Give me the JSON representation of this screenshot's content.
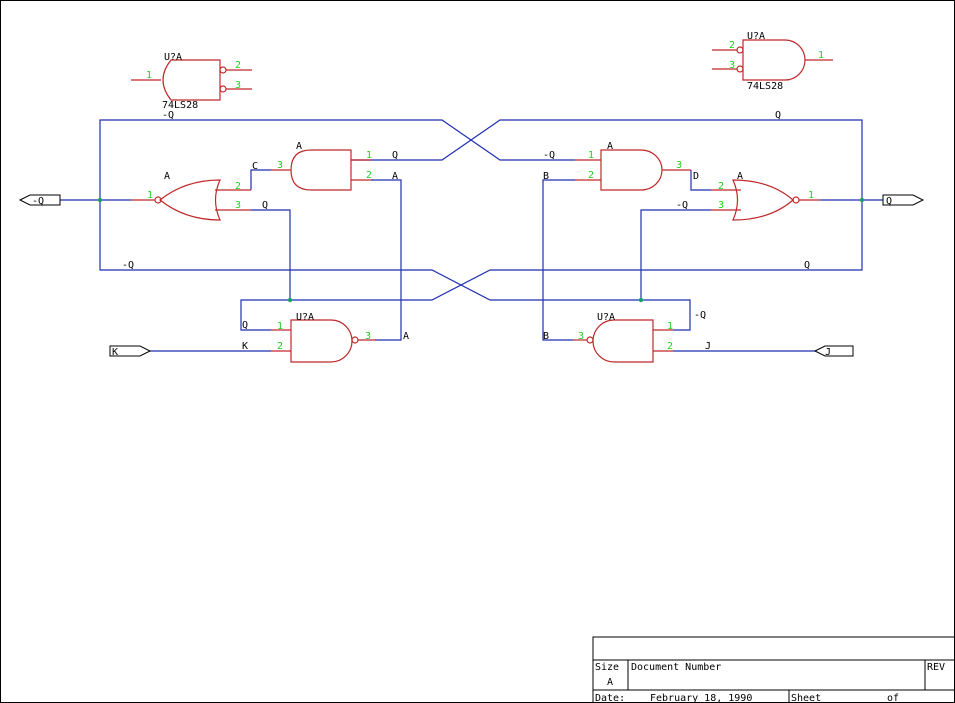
{
  "colors": {
    "wire": "#1f2fb2",
    "gate": "#c0282a",
    "pin_number": "#1fd21f",
    "junction": "#1aa06a",
    "text": "#000000"
  },
  "ports": {
    "left_q": "-Q",
    "right_q": "Q",
    "k": "K",
    "j": "J"
  },
  "gates": {
    "legend_left": {
      "ref": "U?A",
      "part": "74LS28",
      "pins": [
        "1",
        "2",
        "3"
      ]
    },
    "legend_right": {
      "ref": "U?A",
      "part": "74LS28",
      "pins": [
        "2",
        "3",
        "1"
      ]
    },
    "or_left": {
      "ref": "A",
      "pins": [
        "1",
        "2",
        "3"
      ]
    },
    "and_top_left": {
      "ref": "A",
      "pins": [
        "3",
        "1",
        "2"
      ]
    },
    "and_top_right": {
      "ref": "A",
      "pins": [
        "1",
        "2",
        "3"
      ]
    },
    "or_right": {
      "ref": "A",
      "pins": [
        "2",
        "3",
        "1"
      ]
    },
    "nand_bottom_left": {
      "ref": "U?A",
      "pins": [
        "1",
        "2",
        "3"
      ]
    },
    "nand_bottom_right": {
      "ref": "U?A",
      "pins": [
        "1",
        "2",
        "3"
      ]
    }
  },
  "net_labels": {
    "top_left_negq": "-Q",
    "top_right_q": "Q",
    "c": "C",
    "q_top_and": "Q",
    "a_top_and": "A",
    "negq_right_and": "-Q",
    "b_right_and": "B",
    "d": "D",
    "q_or_left": "Q",
    "negq_or_right": "-Q",
    "mid_left_negq": "-Q",
    "mid_right_q": "Q",
    "q_nand": "Q",
    "k_nand": "K",
    "a_nand_out": "A",
    "b_nand_out": "B",
    "negq_nand": "-Q",
    "j_nand": "J"
  },
  "title_block": {
    "size_label": "Size",
    "size_value": "A",
    "doc_label": "Document Number",
    "rev_label": "REV",
    "date_label": "Date:",
    "date_value": "February 18, 1990",
    "sheet_label": "Sheet",
    "of_label": "of"
  }
}
